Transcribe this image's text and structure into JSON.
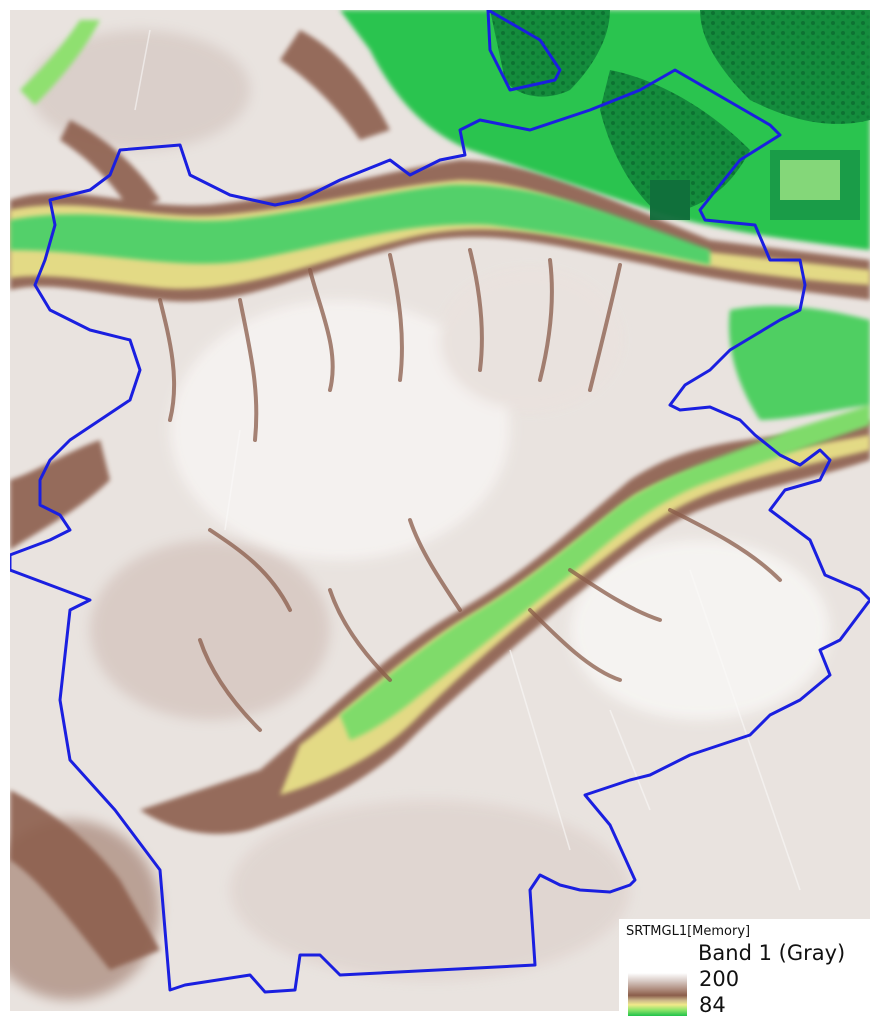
{
  "map": {
    "layer_name": "SRTMGL1[Memory]",
    "band_label": "Band 1 (Gray)",
    "elevation_max": "200",
    "elevation_min": "84",
    "boundary_color": "#1a1fe0",
    "ramp_colors": [
      "#ffffff",
      "#8a5d4b",
      "#f0ea8a",
      "#1fc24a"
    ]
  }
}
